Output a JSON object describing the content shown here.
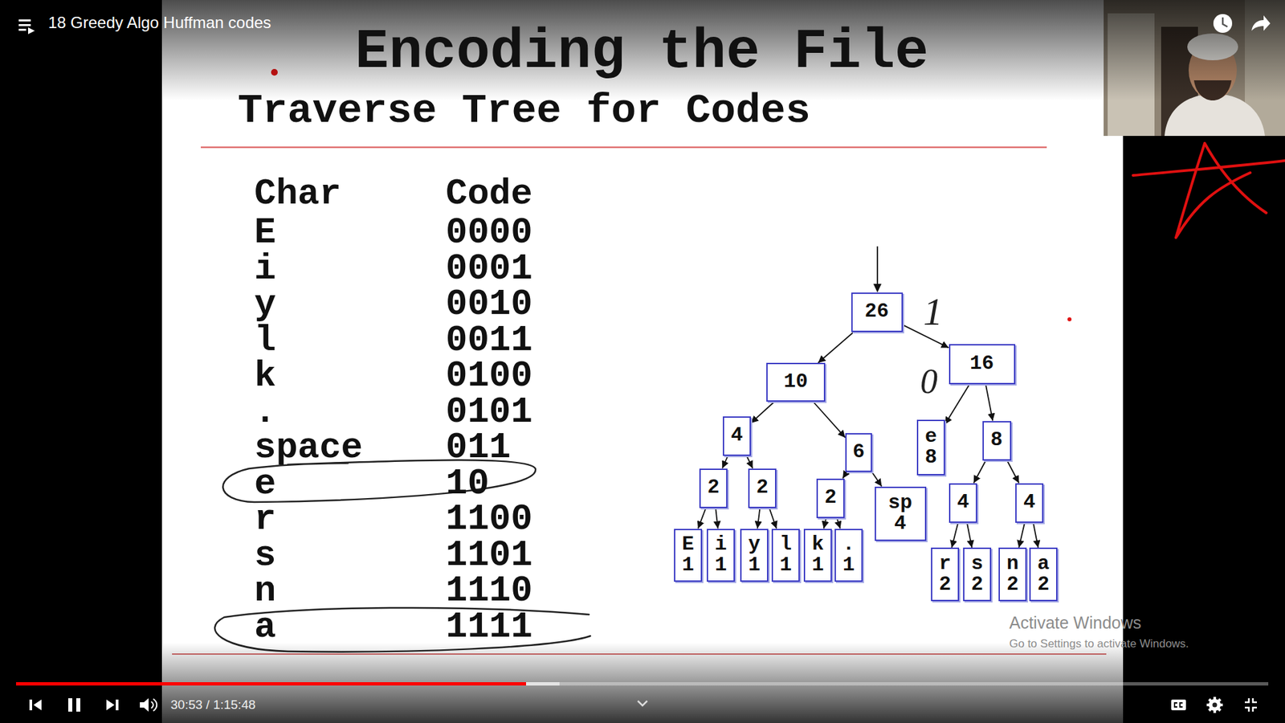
{
  "diagram": {
    "title": "Encoding the File",
    "nodes": [
      {
        "text": [
          "26"
        ]
      },
      {
        "text": [
          "10"
        ]
      },
      {
        "text": [
          "16"
        ]
      },
      {
        "text": [
          "4"
        ]
      },
      {
        "text": [
          "6"
        ]
      },
      {
        "text": [
          "e",
          "8"
        ]
      },
      {
        "text": [
          "8"
        ]
      },
      {
        "text": [
          "2"
        ]
      },
      {
        "text": [
          "2"
        ]
      },
      {
        "text": [
          "2"
        ]
      },
      {
        "text": [
          "sp",
          "4"
        ]
      },
      {
        "text": [
          "4"
        ]
      },
      {
        "text": [
          "4"
        ]
      },
      {
        "text": [
          "E",
          "1"
        ]
      },
      {
        "text": [
          "i",
          "1"
        ]
      },
      {
        "text": [
          "y",
          "1"
        ]
      },
      {
        "text": [
          "l",
          "1"
        ]
      },
      {
        "text": [
          "k",
          "1"
        ]
      },
      {
        "text": [
          ".",
          "1"
        ]
      },
      {
        "text": [
          "r",
          "2"
        ]
      },
      {
        "text": [
          "s",
          "2"
        ]
      },
      {
        "text": [
          "n",
          "2"
        ]
      },
      {
        "text": [
          "a",
          "2"
        ]
      }
    ],
    "edges": [
      {
        "from": 0,
        "to": 1,
        "arrow": "to"
      },
      {
        "from": 0,
        "to": 2,
        "arrow": "to"
      },
      {
        "from": 1,
        "to": 3,
        "arrow": "to"
      },
      {
        "from": 1,
        "to": 4,
        "arrow": "to"
      },
      {
        "from": 2,
        "to": 5,
        "arrow": "to"
      },
      {
        "from": 2,
        "to": 6,
        "arrow": "to"
      },
      {
        "from": 3,
        "to": 7,
        "arrow": "to"
      },
      {
        "from": 3,
        "to": 8,
        "arrow": "to"
      },
      {
        "from": 4,
        "to": 9,
        "arrow": "to"
      },
      {
        "from": 4,
        "to": 10,
        "arrow": "to"
      },
      {
        "from": 6,
        "to": 11,
        "arrow": "to"
      },
      {
        "from": 6,
        "to": 12,
        "arrow": "to"
      },
      {
        "from": 7,
        "to": 13,
        "arrow": "to"
      },
      {
        "from": 7,
        "to": 14,
        "arrow": "to"
      },
      {
        "from": 8,
        "to": 15,
        "arrow": "to"
      },
      {
        "from": 8,
        "to": 16,
        "arrow": "to"
      },
      {
        "from": 9,
        "to": 17,
        "arrow": "to"
      },
      {
        "from": 9,
        "to": 18,
        "arrow": "to"
      },
      {
        "from": 11,
        "to": 19,
        "arrow": "to"
      },
      {
        "from": 11,
        "to": 20,
        "arrow": "to"
      },
      {
        "from": 12,
        "to": 21,
        "arrow": "to"
      },
      {
        "from": 12,
        "to": 22,
        "arrow": "to"
      }
    ],
    "labels": [
      "18 Greedy Algo Huffman codes",
      "Traverse Tree for Codes",
      "Char",
      "Code",
      "E",
      "0000",
      "i",
      "0001",
      "y",
      "0010",
      "l",
      "0011",
      "k",
      "0100",
      ".",
      "0101",
      "space",
      "011",
      "e",
      "10",
      "r",
      "1100",
      "s",
      "1101",
      "n",
      "1110",
      "a",
      "1111",
      "1",
      "0",
      "Activate Windows",
      "Go to Settings to activate Windows.",
      "30:53 / 1:15:48"
    ]
  }
}
